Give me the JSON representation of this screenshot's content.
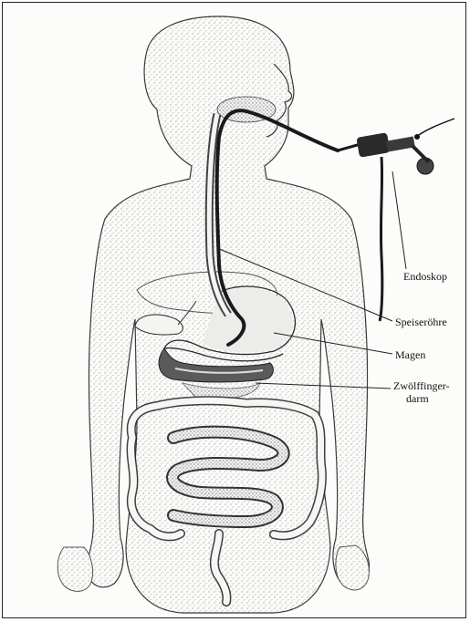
{
  "labels": {
    "endoscope": "Endoskop",
    "esophagus": "Speiseröhre",
    "stomach": "Magen",
    "duodenum_line1": "Zwölffinger-",
    "duodenum_line2": "darm"
  },
  "colors": {
    "outline": "#2a2a2a",
    "stipple": "#7a7a7a",
    "organ_fill": "#e6e6e6",
    "tube": "#1a1a1a"
  }
}
